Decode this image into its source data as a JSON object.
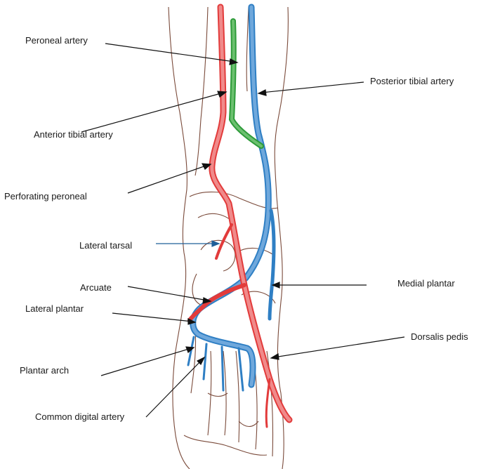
{
  "labels": {
    "peroneal_artery": "Peroneal artery",
    "anterior_tibial_artery": "Anterior tibial artery",
    "posterior_tibial_artery": "Posterior tibial artery",
    "perforating_peroneal": "Perforating peroneal",
    "lateral_tarsal": "Lateral tarsal",
    "arcuate": "Arcuate",
    "lateral_plantar": "Lateral plantar",
    "medial_plantar": "Medial plantar",
    "dorsalis_pedis": "Dorsalis pedis",
    "plantar_arch": "Plantar arch",
    "common_digital_artery": "Common digital artery"
  },
  "colors": {
    "anterior_vessels": "#e23b3b",
    "anterior_fill": "#f08a8a",
    "posterior_vessels": "#2f7fc4",
    "posterior_fill": "#6fa8dc",
    "peroneal_vessel": "#2e9b3a",
    "peroneal_fill": "#6cc06f",
    "outline": "#7a4a3a",
    "leader": "#111111",
    "lateral_tarsal_leader": "#1f5f99"
  }
}
